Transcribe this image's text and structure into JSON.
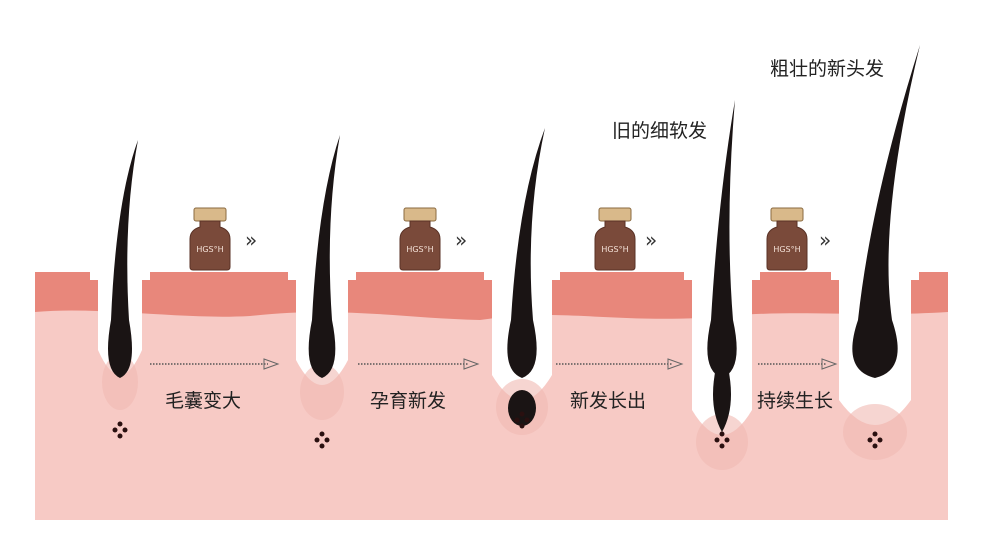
{
  "stages": [
    {
      "label": "毛囊变大"
    },
    {
      "label": "孕育新发"
    },
    {
      "label": "新发长出"
    },
    {
      "label": "持续生长"
    }
  ],
  "callouts": {
    "old_hair": "旧的细软发",
    "new_hair": "粗壮的新头发"
  },
  "vial": {
    "logo_text": "HGS°H"
  },
  "chevron": "»",
  "colors": {
    "skin_top": "#e8877b",
    "skin_lower": "#f7cac5",
    "hair": "#1a1414",
    "vial": "#7a4a3a",
    "cap": "#d9b98a"
  }
}
